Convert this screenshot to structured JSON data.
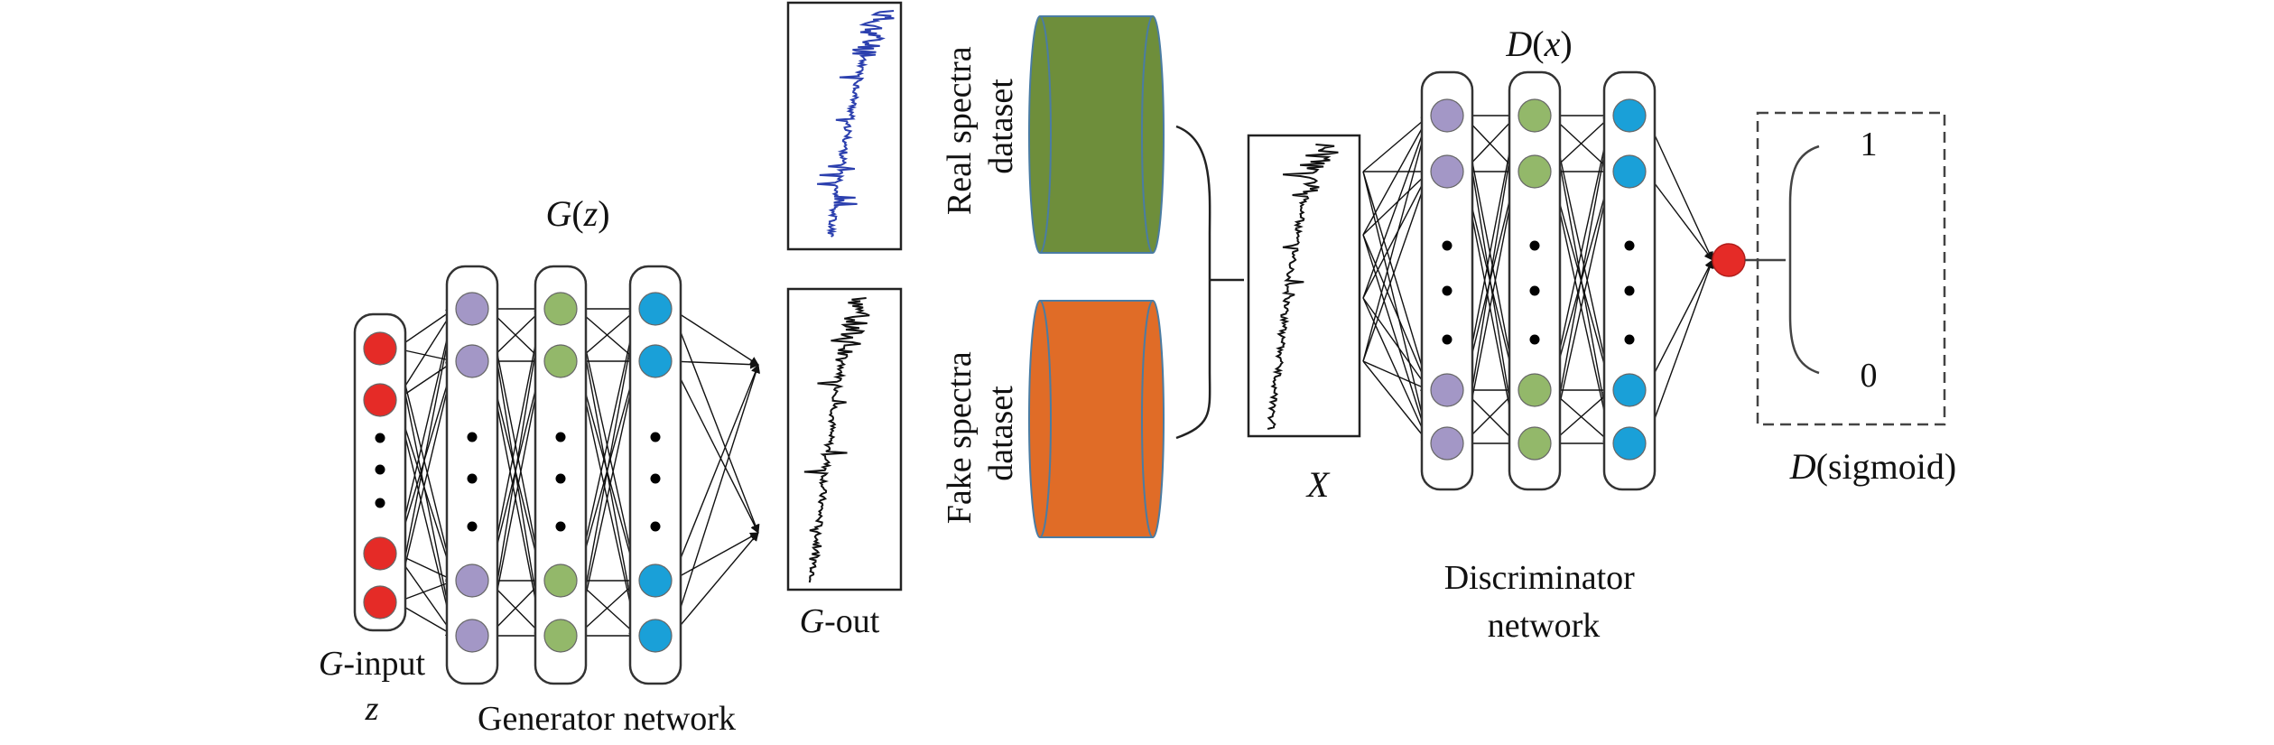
{
  "generator": {
    "title_fn": "G",
    "title_arg": "z",
    "input_label_var": "G",
    "input_label_suffix": "-input",
    "input_z": "z",
    "network_label": "Generator network",
    "output_label_var": "G",
    "output_label_suffix": "-out"
  },
  "datasets": {
    "real_line1": "Real spectra",
    "real_line2": "dataset",
    "fake_line1": "Fake spectra",
    "fake_line2": "dataset"
  },
  "input_x_label": "X",
  "discriminator": {
    "title_fn": "D",
    "title_arg": "x",
    "network_line1": "Discriminator",
    "network_line2": "network",
    "output_label_var": "D",
    "output_label_suffix": "(sigmoid)",
    "output_one": "1",
    "output_zero": "0"
  },
  "colors": {
    "input_node": "#e52b27",
    "purple_node": "#a397c6",
    "green_node": "#93b86a",
    "blue_node": "#1aa0d8",
    "real_cylinder": "#6e8e3b",
    "fake_cylinder": "#e06c27",
    "blue_spectrum": "#2b3fae"
  }
}
